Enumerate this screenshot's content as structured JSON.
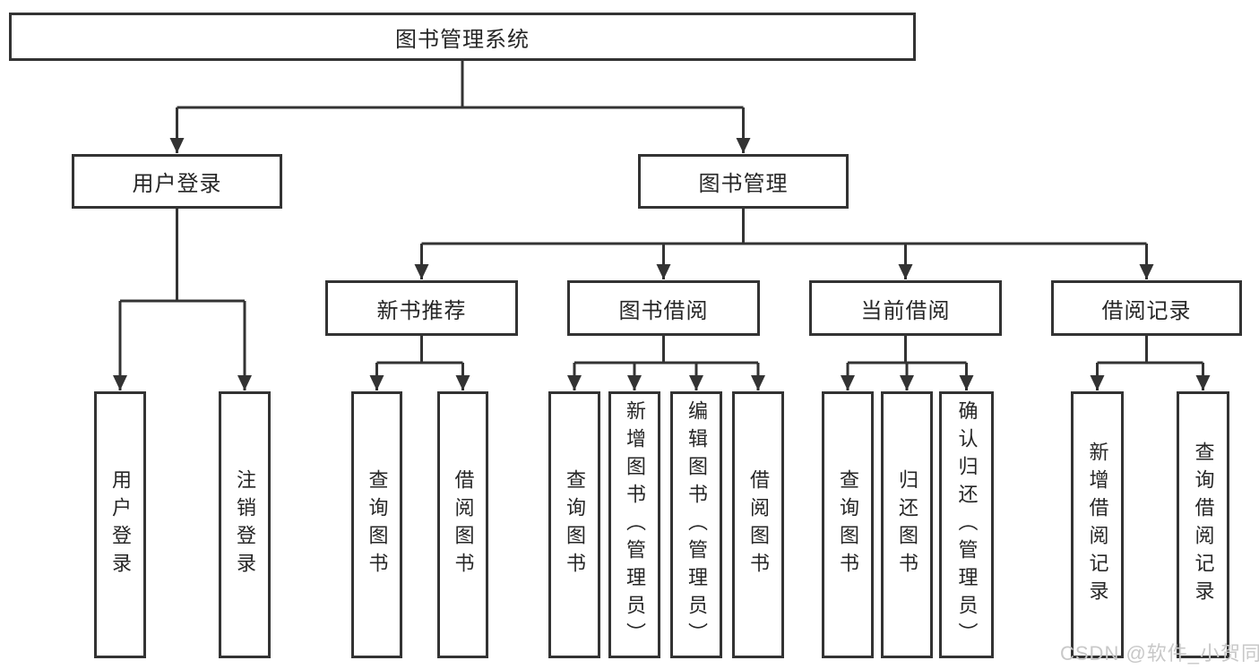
{
  "colors": {
    "line": "#333333",
    "box_border": "#333333",
    "text": "#262626",
    "watermark": "#c8c8c8",
    "background": "#ffffff"
  },
  "diagram": {
    "type": "hierarchy-tree",
    "root": {
      "label": "图书管理系统"
    },
    "level2": [
      {
        "label": "用户登录"
      },
      {
        "label": "图书管理"
      }
    ],
    "level3": [
      {
        "label": "新书推荐"
      },
      {
        "label": "图书借阅"
      },
      {
        "label": "当前借阅"
      },
      {
        "label": "借阅记录"
      }
    ],
    "leaves": {
      "user_login": [
        {
          "label": "用户登录"
        },
        {
          "label": "注销登录"
        }
      ],
      "new_book_recommend": [
        {
          "label": "查询图书"
        },
        {
          "label": "借阅图书"
        }
      ],
      "book_borrow": [
        {
          "label": "查询图书"
        },
        {
          "label": "新增图书（管理员）"
        },
        {
          "label": "编辑图书（管理员）"
        },
        {
          "label": "借阅图书"
        }
      ],
      "current_borrow": [
        {
          "label": "查询图书"
        },
        {
          "label": "归还图书"
        },
        {
          "label": "确认归还（管理员）"
        }
      ],
      "borrow_records": [
        {
          "label": "新增借阅记录"
        },
        {
          "label": "查询借阅记录"
        }
      ]
    }
  },
  "watermark": {
    "text": "CSDN @软件_小贺同学"
  }
}
